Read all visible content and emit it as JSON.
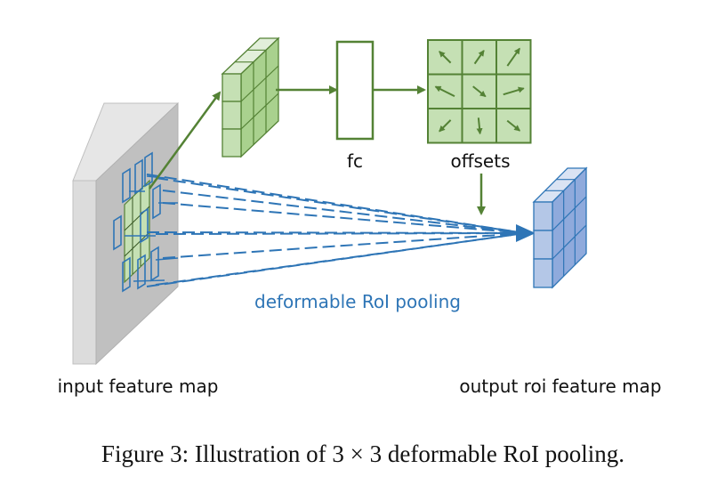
{
  "labels": {
    "fc": "fc",
    "offsets": "offsets",
    "pooling": "deformable RoI pooling",
    "input": "input feature map",
    "output": "output roi feature map"
  },
  "caption": "Figure 3: Illustration of 3 × 3 deformable RoI pooling.",
  "colors": {
    "green_stroke": "#548235",
    "green_fill": "#c5e0b4",
    "green_side": "#a9d18e",
    "blue_stroke": "#2e75b6",
    "blue_front": "#b4c7e7",
    "blue_side": "#8faadc",
    "gray_front": "#bfbfbf",
    "gray_side": "#d9d9d9",
    "label_blue": "#2e75b6"
  },
  "offset_grid": {
    "rows": 3,
    "cols": 3,
    "arrow_directions": [
      [
        "up-left",
        "up-right",
        "up-right"
      ],
      [
        "left",
        "down-right",
        "right"
      ],
      [
        "down-left",
        "down",
        "down-right"
      ]
    ]
  }
}
